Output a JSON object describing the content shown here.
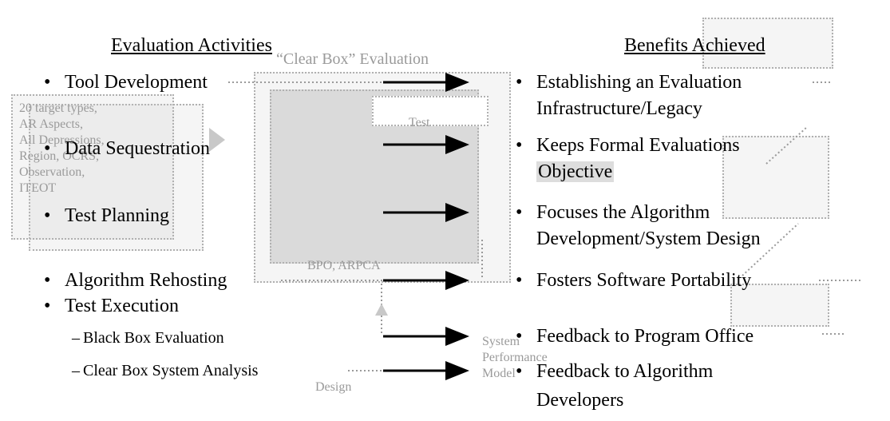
{
  "headings": {
    "left": "Evaluation Activities",
    "right": "Benefits Achieved"
  },
  "activities": [
    "Tool Development",
    "Data Sequestration",
    "Test Planning",
    "Algorithm Rehosting",
    "Test Execution"
  ],
  "sub_activities": [
    "Black Box Evaluation",
    "Clear Box System Analysis"
  ],
  "benefits": [
    [
      "Establishing an Evaluation",
      "Infrastructure/Legacy"
    ],
    [
      "Keeps Formal Evaluations",
      "Objective"
    ],
    [
      "Focuses the Algorithm",
      "Development/System Design"
    ],
    [
      "Fosters Software Portability"
    ],
    [
      "Feedback to Program Office"
    ],
    [
      "Feedback to Algorithm",
      "Developers"
    ]
  ],
  "bullet_symbol": "•",
  "dash_symbol": "–",
  "background": {
    "center_title": "“Clear Box” Evaluation",
    "center_footer": "BPO, ARPCA",
    "center_box_label": "Test",
    "left_panel_lines": [
      "20 target types,",
      "AR Aspects,",
      "All Depressions,",
      "Region, OCRS,",
      "Observation,",
      "ITEOT"
    ],
    "bottom_left": "Design",
    "bottom_right": [
      "System",
      "Performance",
      "Model"
    ]
  },
  "colors": {
    "text": "#000000",
    "ghost": "#b4b4b4",
    "background": "#ffffff"
  }
}
